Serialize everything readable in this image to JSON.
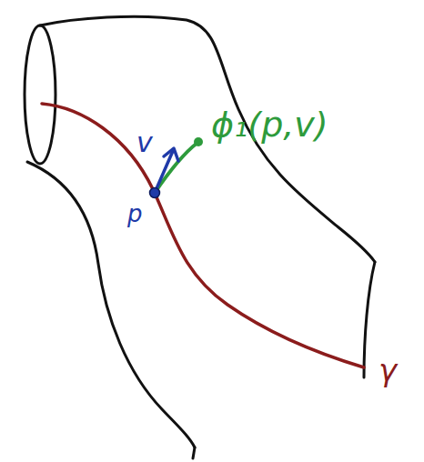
{
  "diagram": {
    "labels": [
      "v",
      "ϕ₁(p,v)",
      "p",
      "γ"
    ]
  }
}
